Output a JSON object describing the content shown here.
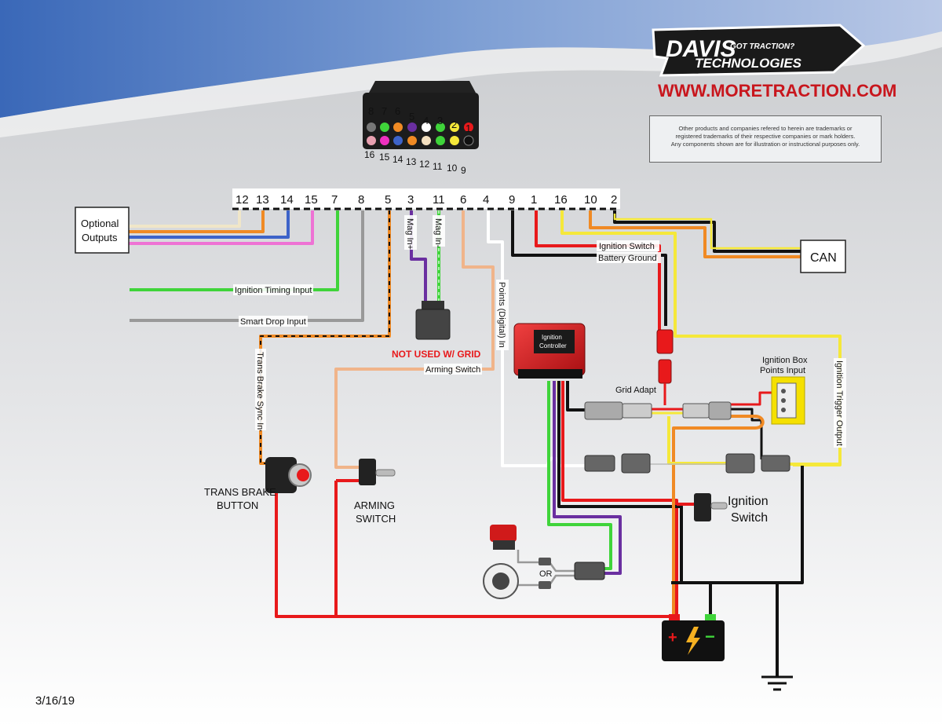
{
  "brand": {
    "logo_text": "DAVIS",
    "logo_sub": "TECHNOLOGIES",
    "tagline": "GOT TRACTION?",
    "url": "WWW.MORETRACTION.COM"
  },
  "disclaimer": {
    "line1": "Other products and companies refered to herein are trademarks or",
    "line2": "registered trademarks of their respective companies or mark holders.",
    "line3": "Any components shown are for illustration or instructional purposes only."
  },
  "connector": {
    "top_pins": [
      "8",
      "7",
      "6",
      "5",
      "4",
      "3",
      "2",
      "1"
    ],
    "bottom_pins": [
      "16",
      "15",
      "14",
      "13",
      "12",
      "11",
      "10",
      "9"
    ]
  },
  "harness_pins": [
    "12",
    "13",
    "14",
    "15",
    "7",
    "8",
    "5",
    "3",
    "11",
    "6",
    "4",
    "9",
    "1",
    "16",
    "10",
    "2"
  ],
  "labels": {
    "optional_line1": "Optional",
    "optional_line2": "Outputs",
    "can": "CAN",
    "ignition_timing_input": "Ignition Timing Input",
    "smart_drop_input": "Smart Drop Input",
    "trans_brake_sync_in": "Trans Brake Sync In",
    "mag_in_plus": "Mag In+",
    "mag_in_minus": "Mag In-",
    "not_used_w_grid": "NOT USED W/ GRID",
    "arming_switch_wire": "Arming Switch",
    "points_digital_in": "Points (Digital) In",
    "ignition_switch_wire": "Ignition Switch",
    "battery_ground": "Battery Ground",
    "ignition_controller_line1": "Ignition",
    "ignition_controller_line2": "Controller",
    "grid_adapt": "Grid Adapt",
    "ignition_box_line1": "Ignition Box",
    "ignition_box_line2": "Points Input",
    "ignition_trigger_output": "Ignition Trigger Output",
    "trans_brake_line1": "TRANS BRAKE",
    "trans_brake_line2": "BUTTON",
    "arming_line1": "ARMING",
    "arming_line2": "SWITCH",
    "ignition_switch_line1": "Ignition",
    "ignition_switch_line2": "Switch",
    "or": "OR",
    "battery_plus": "+",
    "battery_minus": "−"
  },
  "date": "3/16/19",
  "colors": {
    "red": "#e8191b",
    "black": "#111111",
    "yellow": "#f5e83a",
    "orange": "#f08a24",
    "blue": "#3d63c9",
    "pink": "#ee72d4",
    "green": "#3fd43a",
    "gray": "#999999",
    "purple": "#6a2fa0",
    "tan": "#f0b48a",
    "brand_red": "#c8161d",
    "header_blue": "#3a68b8"
  }
}
